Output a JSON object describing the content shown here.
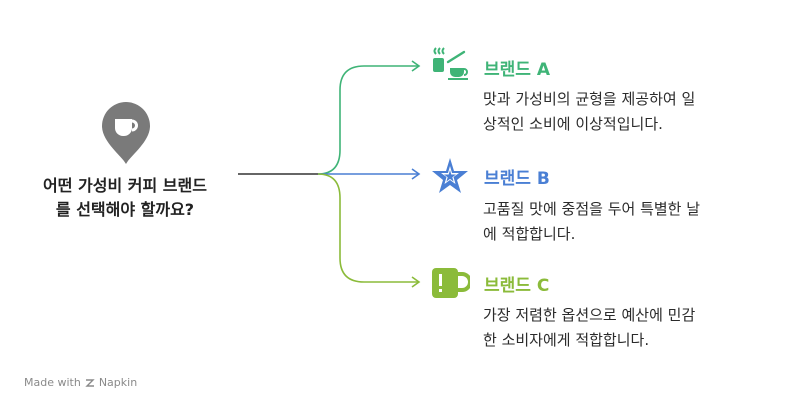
{
  "question": {
    "line1": "어떤 가성비 커피 브랜드",
    "line2": "를 선택해야 할까요?"
  },
  "colors": {
    "a": "#3fb477",
    "b": "#4a7fd4",
    "c": "#8bbb3a",
    "pin": "#7a7a7a"
  },
  "brands": [
    {
      "title": "브랜드 A",
      "desc1": "맛과 가성비의 균형을 제공하여 일",
      "desc2": "상적인 소비에 이상적입니다.",
      "icon": "steaming-cup-icon"
    },
    {
      "title": "브랜드 B",
      "desc1": "고품질 맛에 중점을 두어 특별한 날",
      "desc2": "에 적합합니다.",
      "icon": "star-icon"
    },
    {
      "title": "브랜드 C",
      "desc1": "가장 저렴한 옵션으로 예산에 민감",
      "desc2": "한 소비자에게 적합합니다.",
      "icon": "mug-icon"
    }
  ],
  "footer": {
    "made_with": "Made with",
    "brand": "Napkin"
  }
}
